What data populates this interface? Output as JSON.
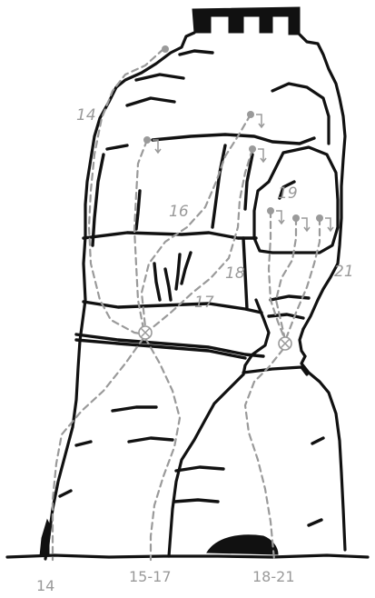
{
  "routes": [
    {
      "id": "14",
      "label": "14"
    },
    {
      "id": "16",
      "label": "16"
    },
    {
      "id": "17",
      "label": "17"
    },
    {
      "id": "18",
      "label": "18"
    },
    {
      "id": "19",
      "label": "19"
    },
    {
      "id": "21",
      "label": "21"
    }
  ],
  "base_labels": {
    "left": "14",
    "middle": "15-17",
    "right": "18-21"
  },
  "colors": {
    "rock_line": "#111111",
    "route_line": "#9a9a9a"
  }
}
